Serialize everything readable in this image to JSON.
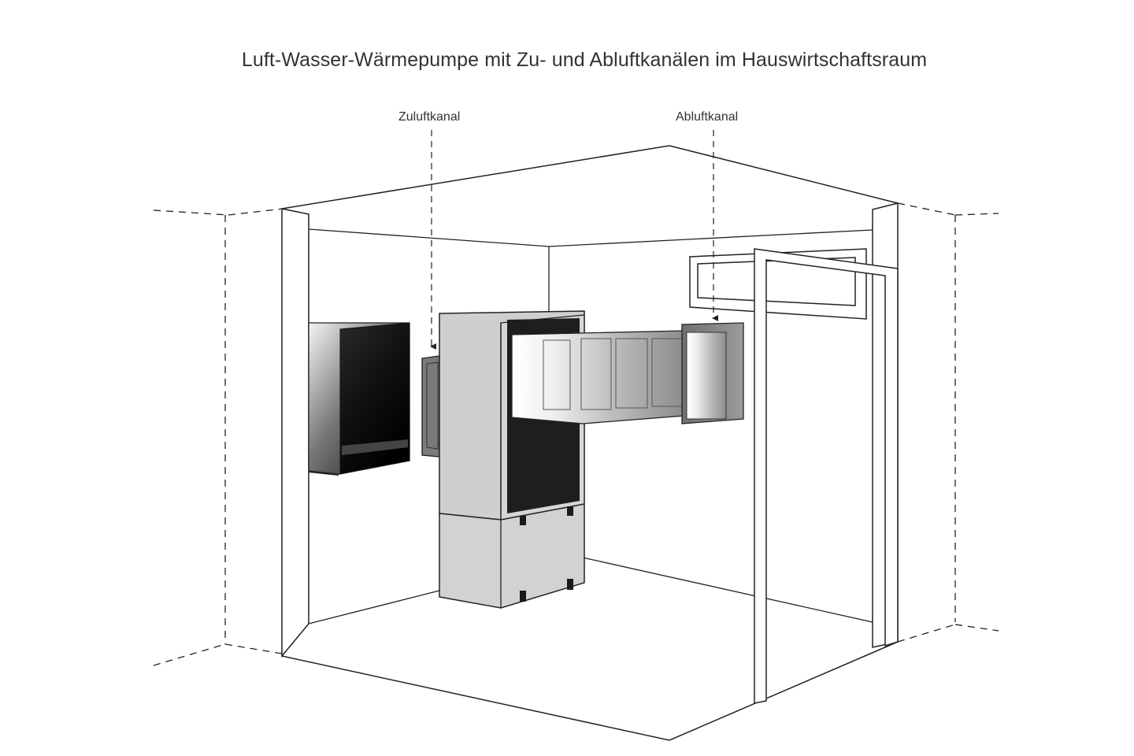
{
  "diagram": {
    "title": "Luft-Wasser-Wärmepumpe mit Zu- und Abluftkanälen im Hauswirtschaftsraum",
    "labels": {
      "supply_duct": "Zuluftkanal",
      "exhaust_duct": "Abluftkanal"
    }
  },
  "colors": {
    "line": "#222222",
    "unit_light": "#d0d0d0",
    "unit_dark": "#1e1e1e",
    "duct_grey": "#7a7a7a",
    "label_text": "#333333"
  }
}
